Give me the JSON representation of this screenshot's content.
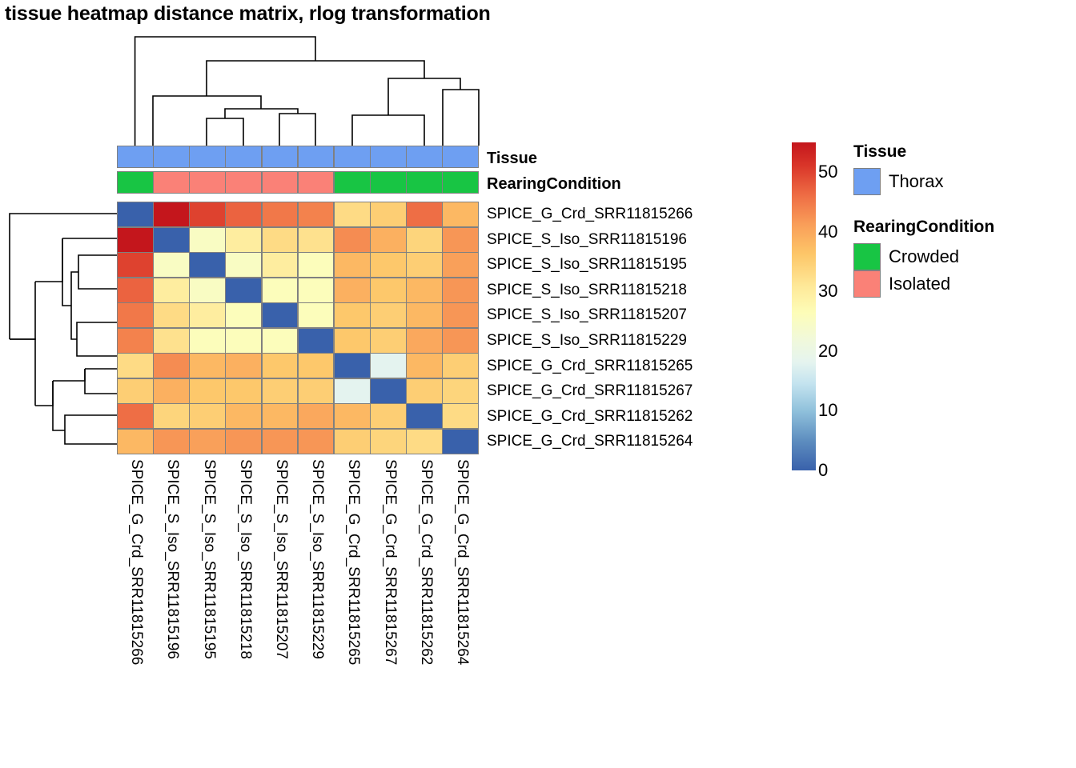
{
  "title": "tissue heatmap distance matrix, rlog transformation",
  "chart_data": {
    "type": "heatmap",
    "title": "tissue heatmap distance matrix, rlog transformation",
    "xlabel": "",
    "ylabel": "",
    "colormap": "RdYlBu reversed",
    "zlim": [
      0,
      55
    ],
    "colorbar_ticks": [
      {
        "label": "50",
        "value": 50
      },
      {
        "label": "40",
        "value": 40
      },
      {
        "label": "30",
        "value": 30
      },
      {
        "label": "20",
        "value": 20
      },
      {
        "label": "10",
        "value": 10
      },
      {
        "label": "0",
        "value": 0
      }
    ],
    "categories": [
      "SPICE_G_Crd_SRR11815266",
      "SPICE_S_Iso_SRR11815196",
      "SPICE_S_Iso_SRR11815195",
      "SPICE_S_Iso_SRR11815218",
      "SPICE_S_Iso_SRR11815207",
      "SPICE_S_Iso_SRR11815229",
      "SPICE_G_Crd_SRR11815265",
      "SPICE_G_Crd_SRR11815267",
      "SPICE_G_Crd_SRR11815262",
      "SPICE_G_Crd_SRR11815264"
    ],
    "row_labels": [
      "SPICE_G_Crd_SRR11815266",
      "SPICE_S_Iso_SRR11815196",
      "SPICE_S_Iso_SRR11815195",
      "SPICE_S_Iso_SRR11815218",
      "SPICE_S_Iso_SRR11815207",
      "SPICE_S_Iso_SRR11815229",
      "SPICE_G_Crd_SRR11815265",
      "SPICE_G_Crd_SRR11815267",
      "SPICE_G_Crd_SRR11815262",
      "SPICE_G_Crd_SRR11815264"
    ],
    "col_labels": [
      "SPICE_G_Crd_SRR11815266",
      "SPICE_S_Iso_SRR11815196",
      "SPICE_S_Iso_SRR11815195",
      "SPICE_S_Iso_SRR11815218",
      "SPICE_S_Iso_SRR11815207",
      "SPICE_S_Iso_SRR11815229",
      "SPICE_G_Crd_SRR11815265",
      "SPICE_G_Crd_SRR11815267",
      "SPICE_G_Crd_SRR11815262",
      "SPICE_G_Crd_SRR11815264"
    ],
    "values": [
      [
        0,
        55,
        50,
        47,
        45,
        44,
        33,
        35,
        46,
        38
      ],
      [
        55,
        0,
        25,
        30,
        33,
        32,
        43,
        39,
        34,
        42
      ],
      [
        50,
        25,
        0,
        25,
        30,
        26,
        38,
        36,
        35,
        41
      ],
      [
        47,
        30,
        25,
        0,
        26,
        26,
        39,
        36,
        38,
        42
      ],
      [
        45,
        33,
        30,
        26,
        0,
        26,
        36,
        35,
        38,
        42
      ],
      [
        44,
        32,
        26,
        26,
        26,
        0,
        36,
        35,
        40,
        42
      ],
      [
        33,
        43,
        38,
        39,
        36,
        36,
        0,
        18,
        38,
        35
      ],
      [
        35,
        39,
        36,
        36,
        35,
        35,
        18,
        0,
        35,
        34
      ],
      [
        46,
        34,
        35,
        38,
        38,
        40,
        38,
        35,
        0,
        33
      ],
      [
        38,
        42,
        41,
        42,
        42,
        42,
        35,
        34,
        33,
        0
      ]
    ]
  },
  "annotations": {
    "tissue": {
      "label": "Tissue",
      "values": [
        "Thorax",
        "Thorax",
        "Thorax",
        "Thorax",
        "Thorax",
        "Thorax",
        "Thorax",
        "Thorax",
        "Thorax",
        "Thorax"
      ]
    },
    "rearing": {
      "label": "RearingCondition",
      "values": [
        "Crowded",
        "Isolated",
        "Isolated",
        "Isolated",
        "Isolated",
        "Isolated",
        "Crowded",
        "Crowded",
        "Crowded",
        "Crowded"
      ]
    }
  },
  "legends": [
    {
      "title": "Tissue",
      "items": [
        {
          "label": "Thorax",
          "color": "#6e9ff2"
        }
      ]
    },
    {
      "title": "RearingCondition",
      "items": [
        {
          "label": "Crowded",
          "color": "#18c councils"
        },
        {
          "label": "Isolated",
          "color": "#fa8177"
        }
      ]
    }
  ],
  "colors": {
    "thorax": "#6e9ff2",
    "crowded": "#18c544",
    "isolated": "#fa8177",
    "grid": "#808080",
    "dendrogram": "#000000"
  }
}
